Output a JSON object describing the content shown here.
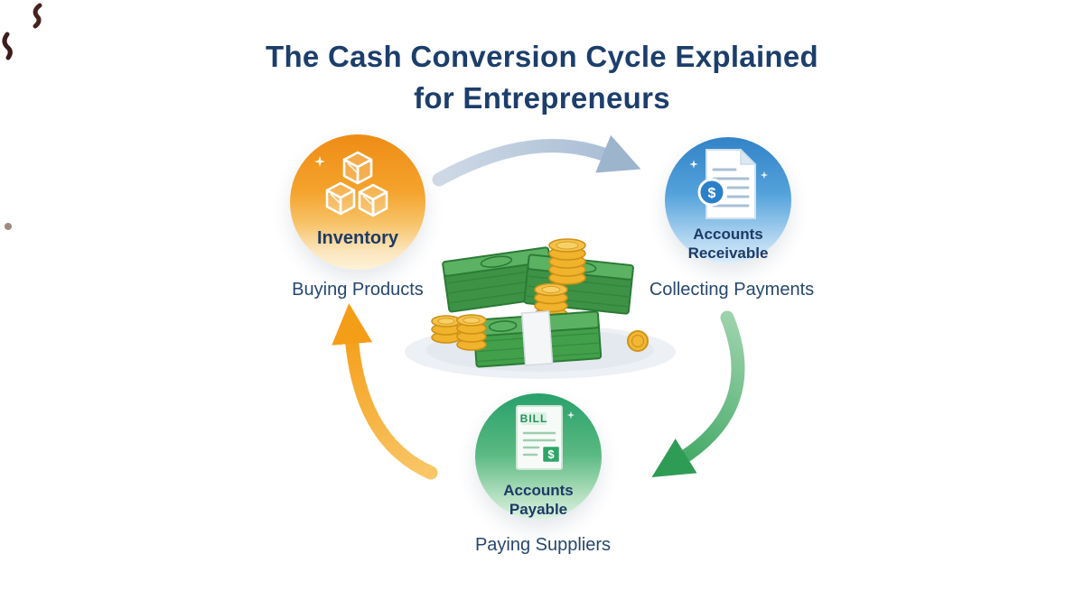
{
  "title": {
    "line1": "The Cash Conversion Cycle Explained",
    "line2": "for Entrepreneurs"
  },
  "cycle": {
    "inventory": {
      "label": "Inventory",
      "caption": "Buying Products"
    },
    "receivable": {
      "label": "Accounts Receivable",
      "caption": "Collecting Payments"
    },
    "payable": {
      "label": "Accounts Payable",
      "caption": "Paying Suppliers"
    }
  },
  "icons": {
    "inventory": "boxes-icon",
    "receivable": "invoice-dollar-icon",
    "payable": "bill-document-icon",
    "center": "cash-pile-and-coins-icon",
    "receivable_badge_symbol": "$",
    "payable_bill_label": "BILL",
    "payable_badge_symbol": "$"
  },
  "colors": {
    "title_text": "#1c3e6b",
    "inventory_circle": "#f09a23",
    "receivable_circle": "#3d8fd0",
    "payable_circle": "#35a86d",
    "arrow_top": "#a9bed6",
    "arrow_right": "#3ba560",
    "arrow_left": "#f49d17",
    "cash_green": "#3d9246",
    "coin_gold": "#f0b32b"
  }
}
